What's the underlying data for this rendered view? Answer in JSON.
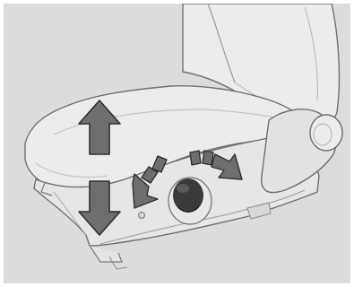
{
  "figure": {
    "background_color": "#dcdcdc",
    "frame_color": "#ffffff",
    "seat_fill": "#ececec",
    "seat_shadow": "#c6c6c6",
    "outline_color": "#6f6f6f",
    "arrow_fill": "#6e6e6e",
    "arrow_stroke": "#2f2f2f",
    "knob_color": "#3a3a3a",
    "icons": [
      "seat-backrest",
      "seat-cushion",
      "seat-side-trim",
      "recline-hinge-cap",
      "height-adjustment-knob",
      "arrow-up-icon",
      "arrow-down-icon",
      "rotate-counterclockwise-icon",
      "rotate-clockwise-icon"
    ]
  }
}
